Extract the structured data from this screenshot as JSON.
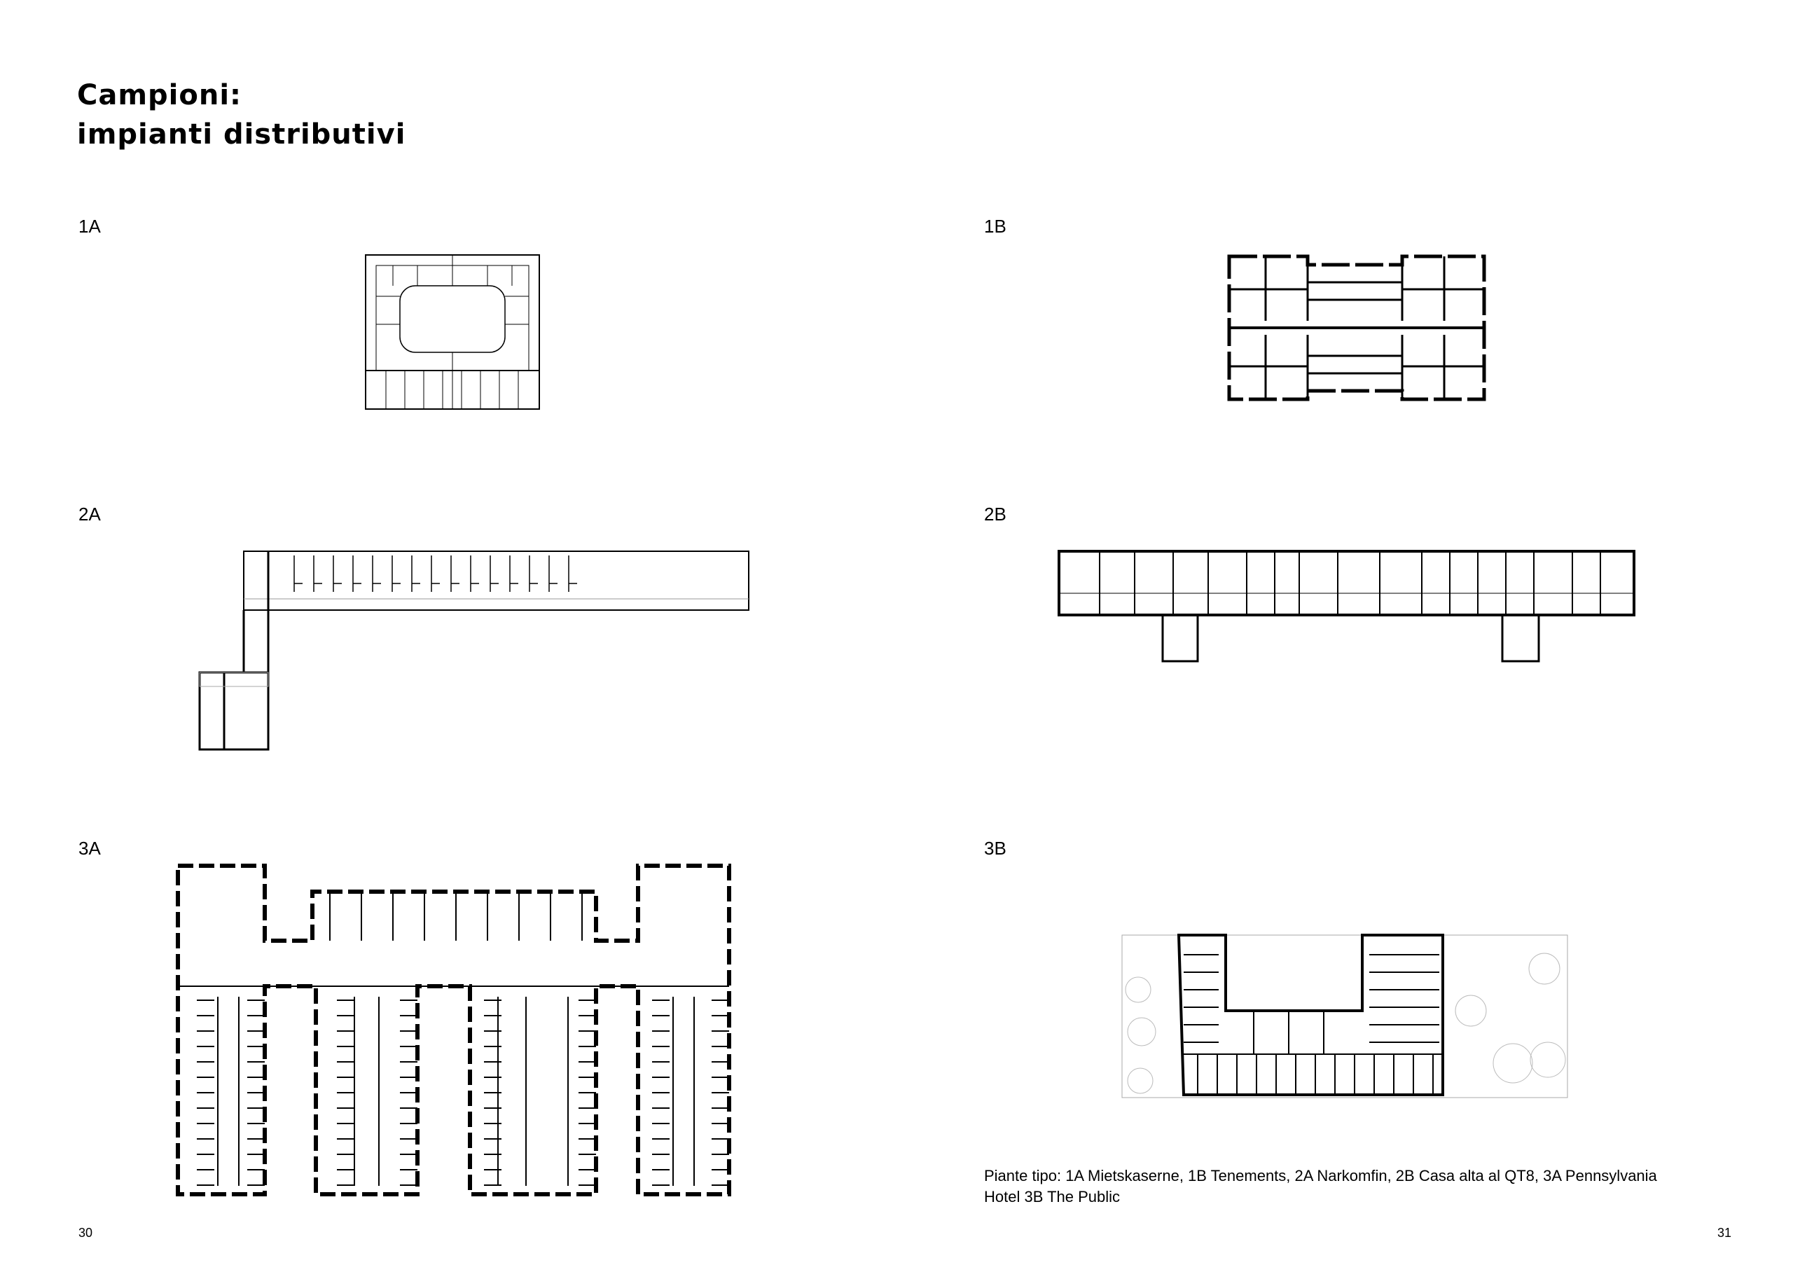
{
  "title": {
    "line1": "Campioni:",
    "line2": "impianti distributivi"
  },
  "samples": [
    {
      "id": "1A"
    },
    {
      "id": "1B"
    },
    {
      "id": "2A"
    },
    {
      "id": "2B"
    },
    {
      "id": "3A"
    },
    {
      "id": "3B"
    }
  ],
  "caption": {
    "line1": "Piante tipo: 1A Mietskaserne, 1B Tenements, 2A Narkomfin, 2B Casa alta al QT8, 3A Pennsylvania",
    "line2": "Hotel 3B The Public"
  },
  "page_numbers": {
    "left": "30",
    "right": "31"
  }
}
